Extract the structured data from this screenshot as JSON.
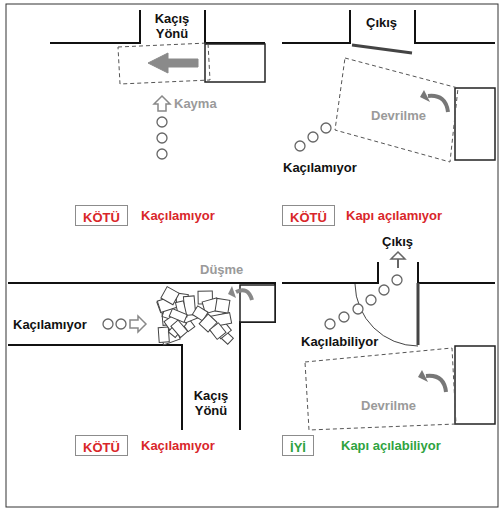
{
  "diagram": {
    "nodes": [
      {
        "text": [
          "KÖTÜ"
        ]
      },
      {
        "text": [
          "KÖTÜ"
        ]
      },
      {
        "text": [
          "KÖTÜ"
        ]
      },
      {
        "text": [
          "İYİ"
        ]
      }
    ],
    "labels": [
      "Kaçış Yönü",
      "Kayma",
      "Kaçılamıyor",
      "Çıkış",
      "Devrilme",
      "Kaçılamıyor",
      "Kapı açılamıyor",
      "Düşme",
      "Kaçılamıyor",
      "Kaçış Yönü",
      "Kaçılamıyor",
      "Çıkış",
      "Kaçılabiliyor",
      "Devrilme",
      "Kapı açılabiliyor"
    ]
  }
}
